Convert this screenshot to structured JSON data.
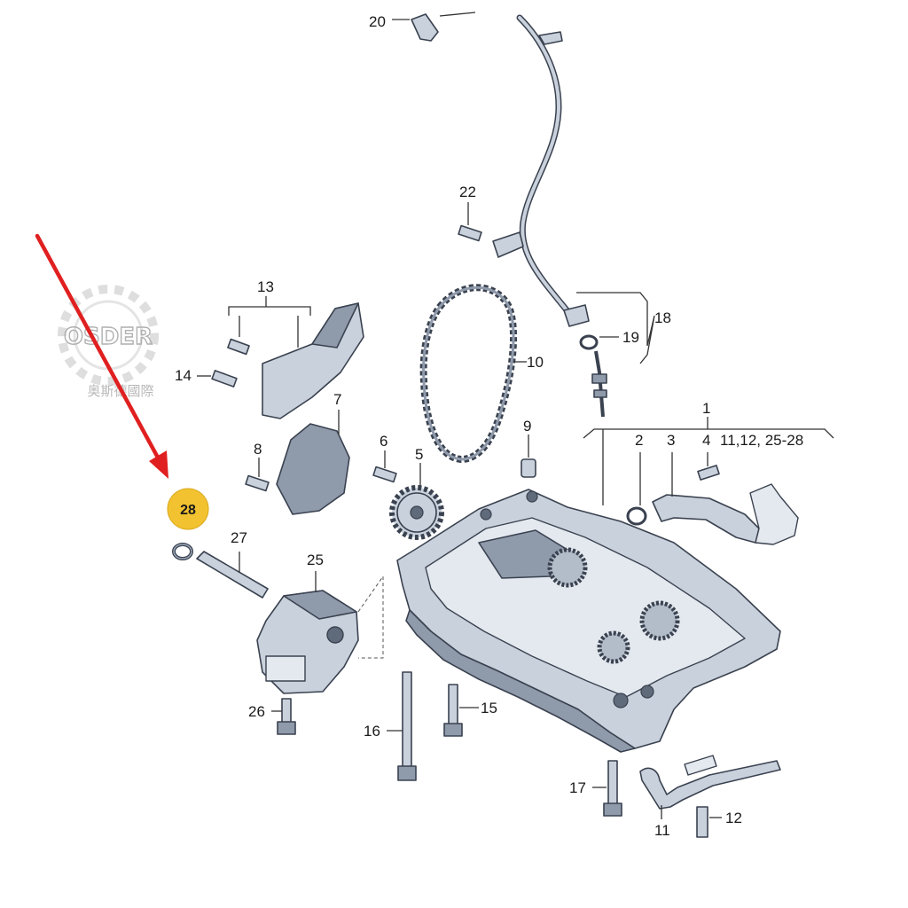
{
  "watermark": {
    "brand": "OSDER",
    "sub": "奥斯德國際"
  },
  "highlight": {
    "label": "28",
    "color": "#f2c230"
  },
  "arrow_color": "#e02020",
  "callouts": {
    "c1": "1",
    "c1_list": "11,12, 25-28",
    "c2": "2",
    "c3": "3",
    "c4": "4",
    "c5": "5",
    "c6": "6",
    "c7": "7",
    "c8": "8",
    "c9": "9",
    "c10": "10",
    "c11": "11",
    "c12": "12",
    "c13": "13",
    "c14": "14",
    "c15": "15",
    "c16": "16",
    "c17": "17",
    "c18": "18",
    "c19": "19",
    "c20": "20",
    "c22": "22",
    "c25": "25",
    "c26": "26",
    "c27": "27"
  }
}
